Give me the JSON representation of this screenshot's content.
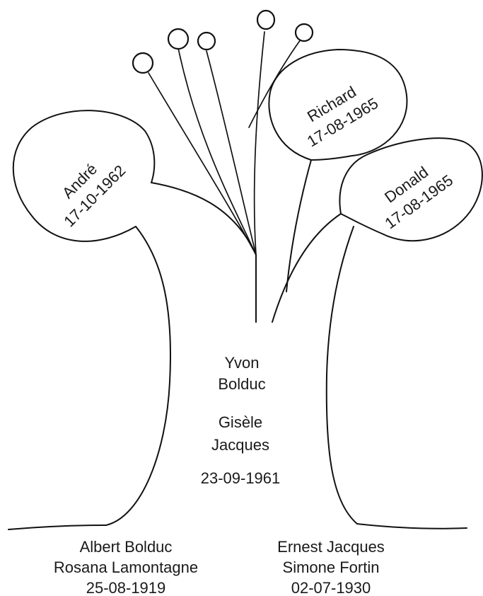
{
  "children": [
    {
      "name": "André",
      "date": "17-10-1962"
    },
    {
      "name": "Richard",
      "date": "17-08-1965"
    },
    {
      "name": "Donald",
      "date": "17-08-1965"
    }
  ],
  "couple": {
    "husband_first": "Yvon",
    "husband_last": "Bolduc",
    "wife_first": "Gisèle",
    "wife_last": "Jacques",
    "date": "23-09-1961"
  },
  "paternal": {
    "line1": "Albert Bolduc",
    "line2": "Rosana Lamontagne",
    "date": "25-08-1919"
  },
  "maternal": {
    "line1": "Ernest Jacques",
    "line2": "Simone Fortin",
    "date": "02-07-1930"
  }
}
